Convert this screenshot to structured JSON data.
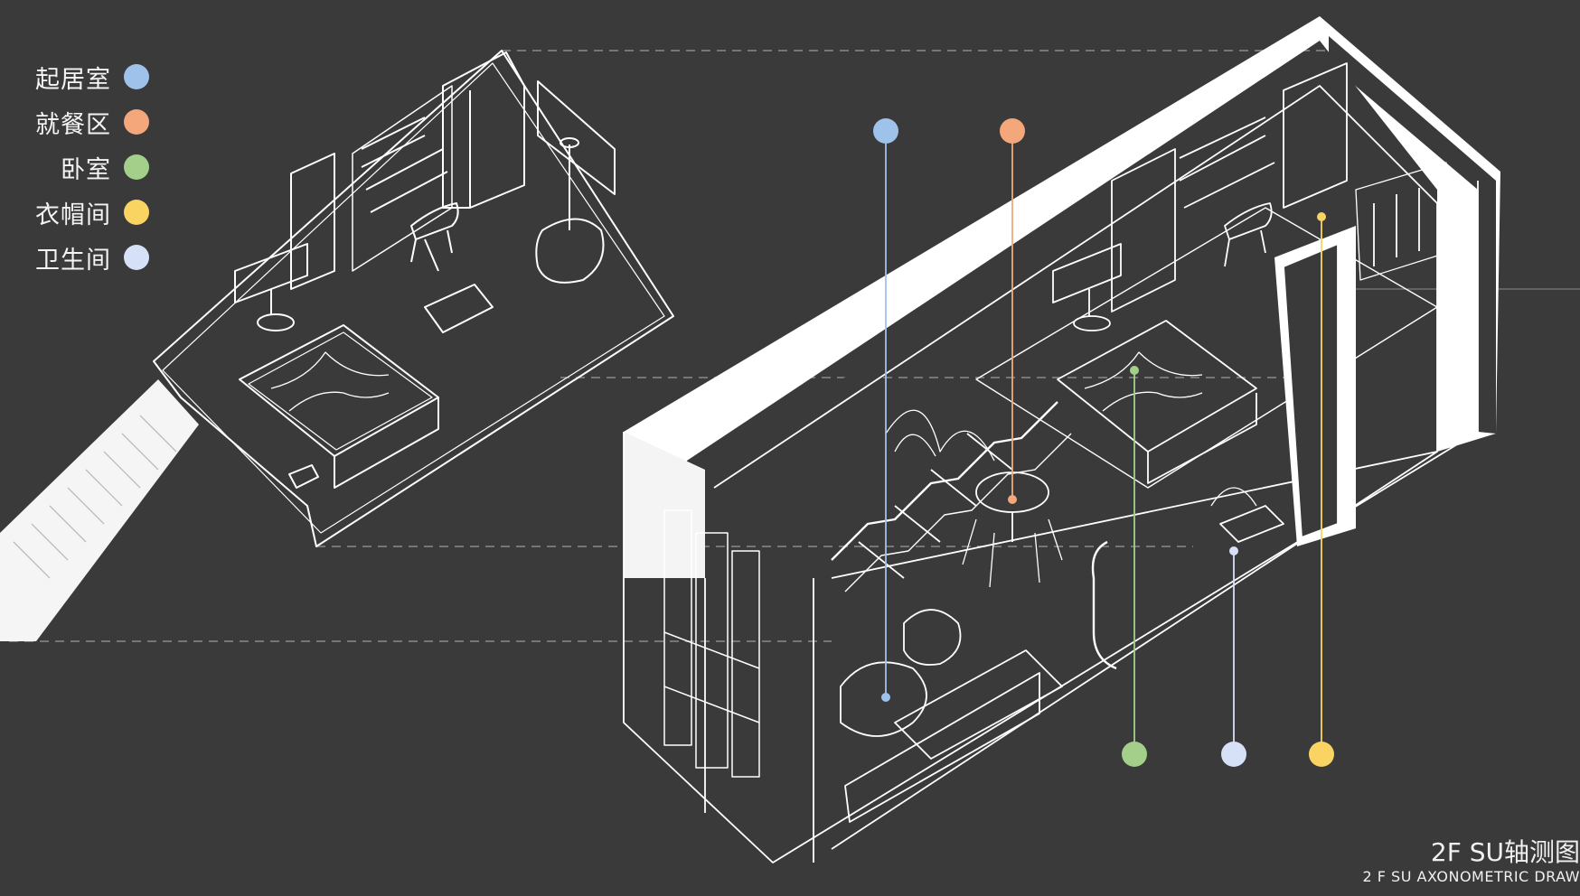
{
  "legend": [
    {
      "label": "起居室",
      "color": "#9ec2ea"
    },
    {
      "label": "就餐区",
      "color": "#f3a77b"
    },
    {
      "label": "卧室",
      "color": "#a3cf8a"
    },
    {
      "label": "衣帽间",
      "color": "#f9d462"
    },
    {
      "label": "卫生间",
      "color": "#d6e0f7"
    }
  ],
  "caption": {
    "title": "2F SU轴测图",
    "subtitle": "2 F SU AXONOMETRIC DRAW"
  },
  "colors": {
    "background": "#3a3a3a",
    "linework": "#ffffff",
    "guide": "#8a8a8a"
  }
}
